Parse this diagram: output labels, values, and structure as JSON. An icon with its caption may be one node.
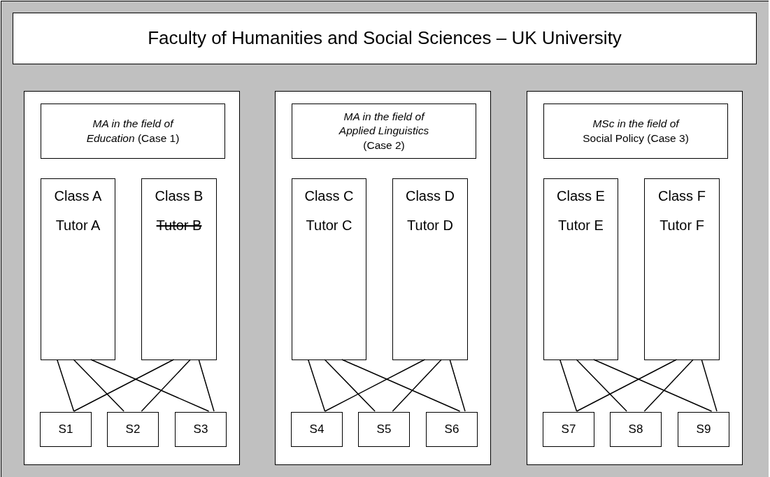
{
  "diagram": {
    "nodes": [
      {
        "text": [
          "Faculty of Humanities and Social Sciences – UK University"
        ]
      },
      {
        "text": [],
        "shape": "box"
      },
      {
        "text": [
          "*MA in the field of Education* (Case 1)"
        ],
        "in": 1
      },
      {
        "text": [
          "Class A",
          "Tutor A"
        ],
        "in": 1
      },
      {
        "text": [
          "Class B",
          "Tutor B"
        ],
        "in": 1
      },
      {
        "text": [
          "S1"
        ],
        "in": 1
      },
      {
        "text": [
          "S2"
        ],
        "in": 1
      },
      {
        "text": [
          "S3"
        ],
        "in": 1
      },
      {
        "text": [],
        "shape": "box"
      },
      {
        "text": [
          "*MA in the field of Applied Linguistics* (Case 2)"
        ],
        "in": 8
      },
      {
        "text": [
          "Class C",
          "Tutor C"
        ],
        "in": 8
      },
      {
        "text": [
          "Class D",
          "Tutor D"
        ],
        "in": 8
      },
      {
        "text": [
          "S4"
        ],
        "in": 8
      },
      {
        "text": [
          "S5"
        ],
        "in": 8
      },
      {
        "text": [
          "S6"
        ],
        "in": 8
      },
      {
        "text": [],
        "shape": "box"
      },
      {
        "text": [
          "*MSc in the field of* Social Policy (Case 3)"
        ],
        "in": 15
      },
      {
        "text": [
          "Class E",
          "Tutor E"
        ],
        "in": 15
      },
      {
        "text": [
          "Class F",
          "Tutor F"
        ],
        "in": 15
      },
      {
        "text": [
          "S7"
        ],
        "in": 15
      },
      {
        "text": [
          "S8"
        ],
        "in": 15
      },
      {
        "text": [
          "S9"
        ],
        "in": 15
      }
    ],
    "edges": [
      {
        "from": 3,
        "to": 5,
        "arrow": "none"
      },
      {
        "from": 3,
        "to": 6,
        "arrow": "none"
      },
      {
        "from": 3,
        "to": 7,
        "arrow": "none"
      },
      {
        "from": 4,
        "to": 5,
        "arrow": "none"
      },
      {
        "from": 4,
        "to": 6,
        "arrow": "none"
      },
      {
        "from": 4,
        "to": 7,
        "arrow": "none"
      },
      {
        "from": 10,
        "to": 12,
        "arrow": "none"
      },
      {
        "from": 10,
        "to": 13,
        "arrow": "none"
      },
      {
        "from": 10,
        "to": 14,
        "arrow": "none"
      },
      {
        "from": 11,
        "to": 12,
        "arrow": "none"
      },
      {
        "from": 11,
        "to": 13,
        "arrow": "none"
      },
      {
        "from": 11,
        "to": 14,
        "arrow": "none"
      },
      {
        "from": 17,
        "to": 19,
        "arrow": "none"
      },
      {
        "from": 17,
        "to": 20,
        "arrow": "none"
      },
      {
        "from": 17,
        "to": 21,
        "arrow": "none"
      },
      {
        "from": 18,
        "to": 19,
        "arrow": "none"
      },
      {
        "from": 18,
        "to": 20,
        "arrow": "none"
      },
      {
        "from": 18,
        "to": 21,
        "arrow": "none"
      }
    ]
  }
}
